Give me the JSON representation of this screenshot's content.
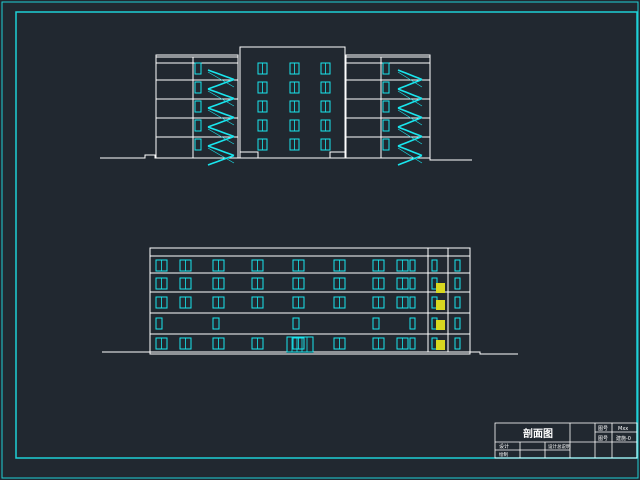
{
  "colors": {
    "background": "#212830",
    "frame": "#1ecfd6",
    "line": "#ffffff",
    "window": "#19e6ee",
    "stair": "#19e6ee",
    "highlight": "#d8d820"
  },
  "title_block": {
    "drawing_title": "剖面图",
    "cells": {
      "label_a": "图号",
      "value_a": "Mxx",
      "label_b": "图号",
      "value_b": "建施-0",
      "left_1": "设计",
      "left_2": "设计总说明",
      "left_3": "绘制",
      "mid_1": "剖面图"
    }
  },
  "drawings": [
    {
      "name": "section-view",
      "floors": 5,
      "stair_flights_per_side": 5
    },
    {
      "name": "elevation-view",
      "floors": 5,
      "window_bays": 11
    }
  ]
}
